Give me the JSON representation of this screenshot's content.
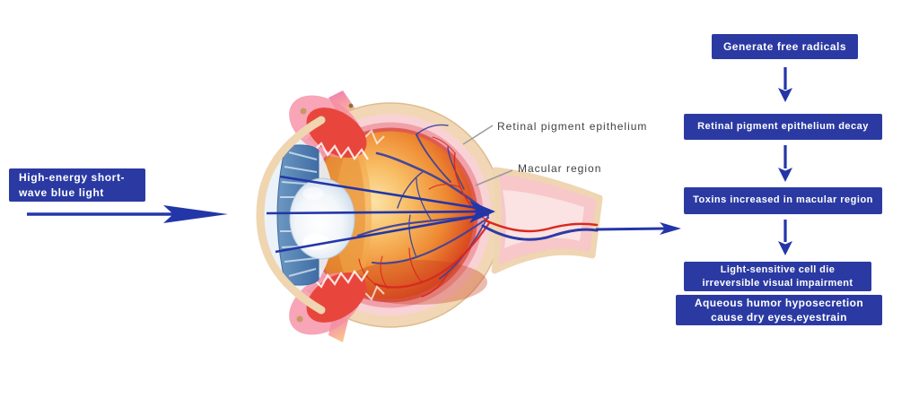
{
  "source": {
    "lines": [
      "High-energy short-",
      "wave blue light"
    ]
  },
  "labels": {
    "rpe": "Retinal pigment epithelium",
    "macular": "Macular region"
  },
  "flow": {
    "steps": [
      {
        "lines": [
          "Generate free radicals"
        ]
      },
      {
        "lines": [
          "Retinal pigment epithelium decay"
        ]
      },
      {
        "lines": [
          "Toxins increased in macular region"
        ]
      },
      {
        "lines": [
          "Light-sensitive cell die",
          "irreversible visual impairment"
        ]
      },
      {
        "lines": [
          "Aqueous humor hyposecretion",
          "cause dry eyes,eyestrain"
        ]
      }
    ]
  },
  "colors": {
    "box_blue": "#2b3aa2",
    "arrow_blue": "#2336a8",
    "label_gray": "#3f3f3f",
    "pointer_line_gray": "#9b9b9b",
    "eye_sclera_cream": "#f1d7b5",
    "eye_outer_pink": "#f9d2d5",
    "eye_retina_pink": "#f0a0a9",
    "eye_choroid_red": "#de5b50",
    "eye_vitreous_orange": "#ee8a33",
    "vessel_red": "#d8281e",
    "vessel_blue": "#39409e",
    "iris_blue": "#4c7cae",
    "optic_nerve_pink": "#f7c7ca"
  },
  "icons": {
    "light_arrow": "blue-light-arrow-icon",
    "focal_arrow": "focal-point-arrowhead-icon",
    "flow_arrow": "down-arrow-icon"
  }
}
